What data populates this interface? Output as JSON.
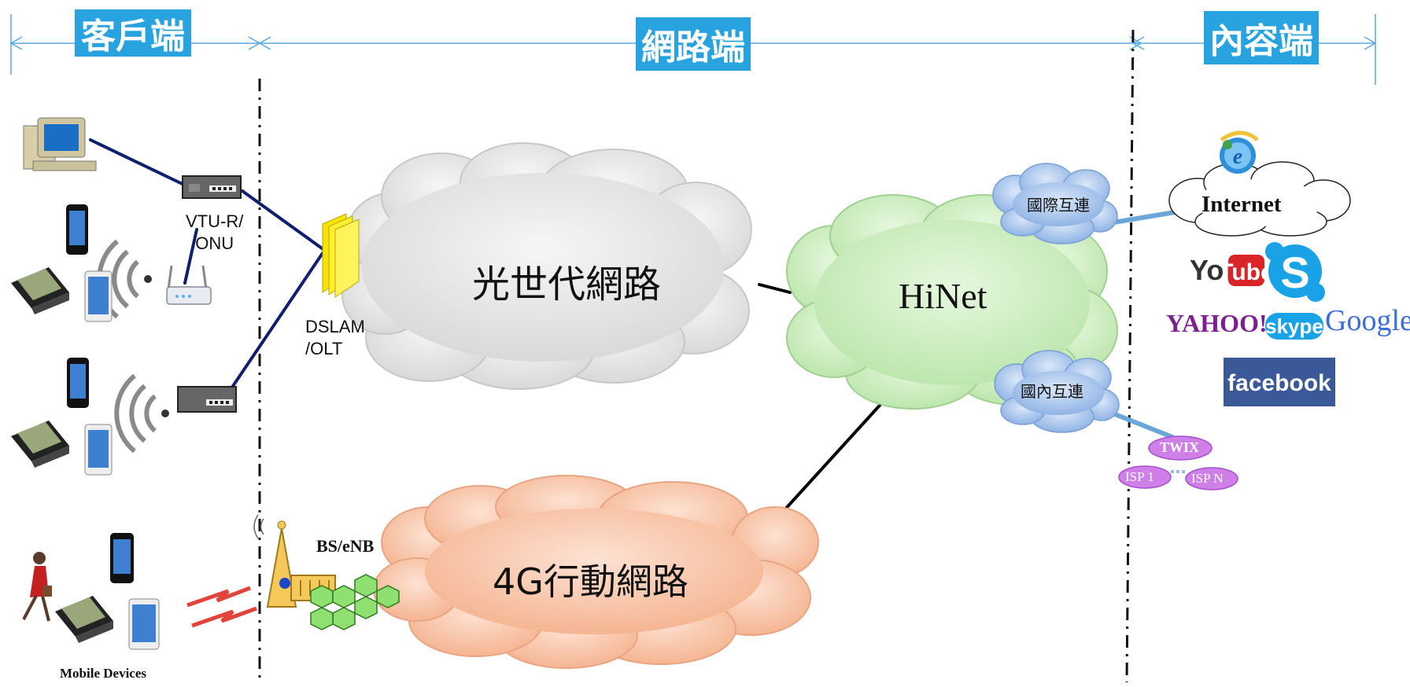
{
  "sections": {
    "client": "客戶端",
    "network": "網路端",
    "content": "內容端"
  },
  "clouds": {
    "fiber": "光世代網路",
    "mobile": "4G行動網路",
    "hinet": "HiNet",
    "intl": "國際互連",
    "domestic": "國內互連",
    "internet": "Internet"
  },
  "devices": {
    "vtu": "VTU-R/\nONU",
    "dslam": "DSLAM\n/OLT",
    "bs": "BS/eNB",
    "mobile_devices": "Mobile Devices"
  },
  "exchange": {
    "twix": "TWIX",
    "isp1": "ISP 1",
    "ispn": "ISP N"
  },
  "brands": {
    "youtube_you": "You",
    "youtube_tube": "Tube",
    "yahoo": "YAHOO!",
    "skype": "skype",
    "google": "Google",
    "facebook": "facebook"
  },
  "colors": {
    "header_bg": "#29a3e0",
    "fiber_cloud": "#e4e4e4",
    "mobile_cloud": "#f8c9ae",
    "hinet_cloud": "#cfeec4",
    "interconnect_cloud": "#a9c7ec",
    "exchange": "#cf7fe8",
    "link_dark": "#0d1f6e",
    "link_light": "#6aa6d8",
    "facebook": "#3b5998"
  }
}
